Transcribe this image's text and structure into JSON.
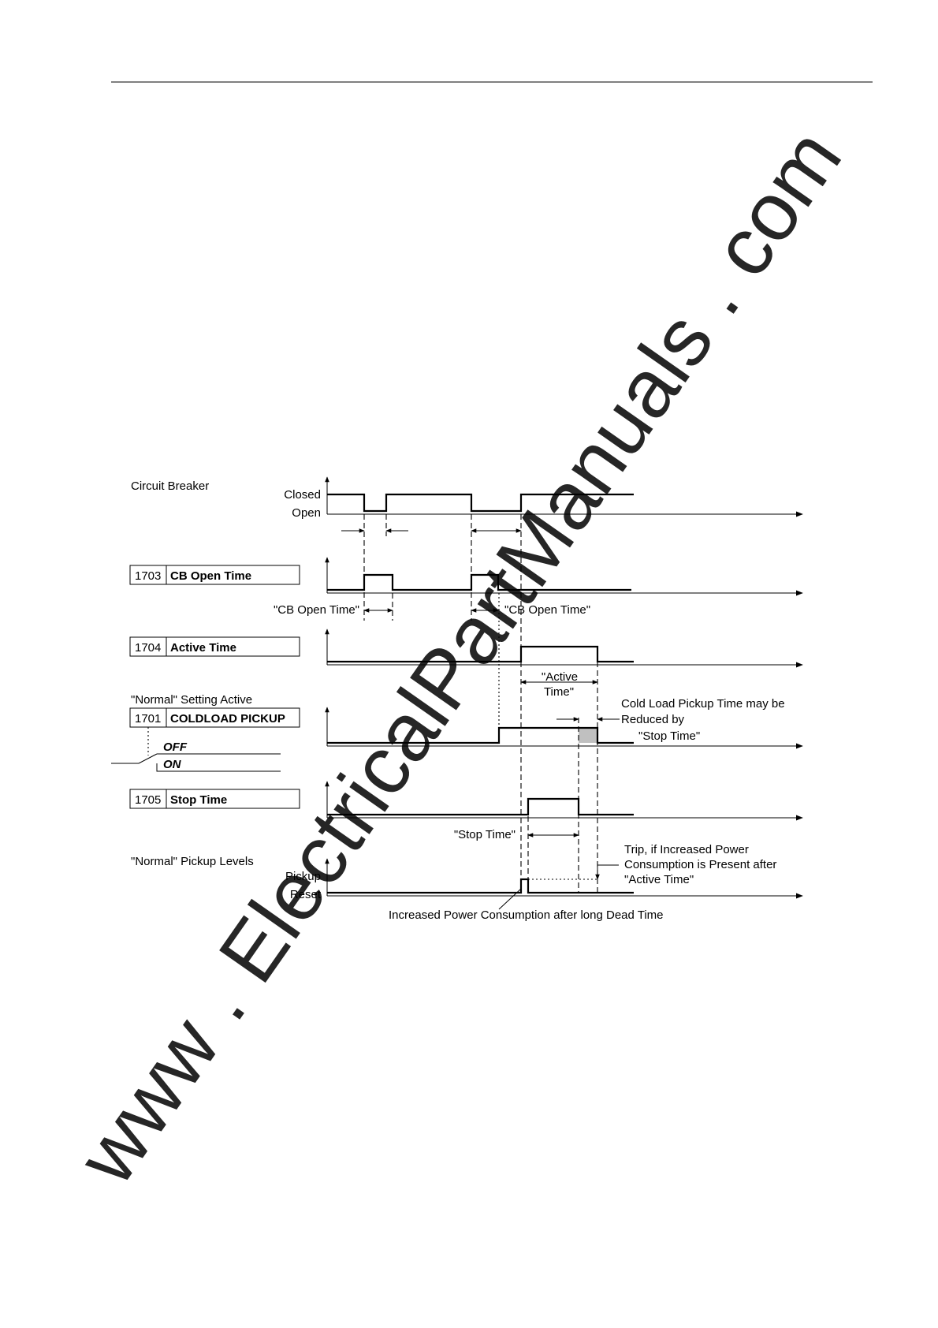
{
  "labels": {
    "circuit_breaker": "Circuit Breaker",
    "closed": "Closed",
    "open": "Open",
    "cb_open_time_left": "\"CB Open Time\"",
    "cb_open_time_right": "\"CB Open Time\"",
    "active_time_line1": "\"Active",
    "active_time_line2": "Time\"",
    "normal_setting_active": "\"Normal\" Setting Active",
    "reduced_line1": "Cold Load Pickup Time may be",
    "reduced_line2": "Reduced by",
    "reduced_line3": "\"Stop Time\"",
    "off": "OFF",
    "on": "ON",
    "stop_time": "\"Stop Time\"",
    "normal_pickup_levels": "\"Normal\" Pickup Levels",
    "pickup": "Pickup",
    "reset": "Reset",
    "trip_line1": "Trip, if Increased Power",
    "trip_line2": "Consumption is Present after",
    "trip_line3": "\"Active Time\"",
    "increased_power": "Increased Power Consumption after long Dead Time"
  },
  "parameters": [
    {
      "number": "1703",
      "name": "CB Open Time"
    },
    {
      "number": "1704",
      "name": "Active Time"
    },
    {
      "number": "1701",
      "name": "COLDLOAD PICKUP"
    },
    {
      "number": "1705",
      "name": "Stop Time"
    }
  ],
  "watermark": "www . ElectricalPartManuals . com"
}
